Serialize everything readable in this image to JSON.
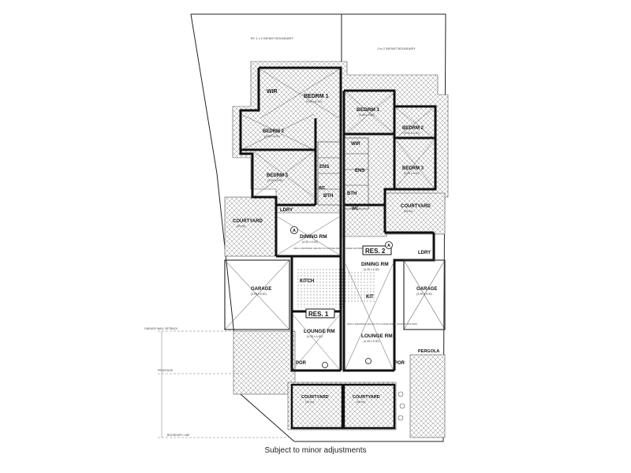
{
  "caption": "Subject to minor adjustments",
  "top_notes": {
    "left": "BY 1 x 2 INFANT BOUNDARY",
    "right": "1 to 2 INFANT BOUNDARY"
  },
  "side_notes": {
    "garage_setback": "GARAGE WALL SETBACK",
    "front_setback": "FRONTAGE",
    "boundary_line": "BOUNDARY LINE"
  },
  "residences": {
    "res1": "RES. 1",
    "res2": "RES. 2"
  },
  "rooms_left": {
    "wir": "WIR",
    "bed1": "BEDRM 1",
    "bed1_dim": "(4.03 x 4.00)",
    "bed2": "BEDRM 2",
    "bed2_dim": "(3.43 x 3.00)",
    "bed3": "BEDRM 3",
    "bed3_dim": "(3.29 x 3.05)",
    "ens": "ENS",
    "bth": "BTH",
    "wc": "WC",
    "ldry": "LDRY",
    "courtyard": "COURTYARD",
    "courtyard_dim": "(30 m²)",
    "dining": "DINING RM",
    "dining_dim": "(4.25 x 4.00)",
    "kitch": "KITCH",
    "garage": "GARAGE",
    "garage_dim": "(3.00 x 6.00)",
    "lounge": "LOUNGE RM",
    "lounge_dim": "(4.25 x 4.00)",
    "por": "POR",
    "front_courtyard": "COURTYARD",
    "front_courtyard_dim": "(36 m²)"
  },
  "rooms_right": {
    "bed1": "BEDRM 1",
    "bed1_dim": "(3.50 x 3.50)",
    "bed2": "BEDRM 2",
    "bed2_dim": "(3.40 x 3.10)",
    "bed3": "BEDRM 3",
    "bed3_dim": "(3.30 x 3.00)",
    "wir": "WIR",
    "ens": "ENS",
    "bth": "BTH",
    "wc": "WC",
    "ldry": "LDRY",
    "courtyard": "COURTYARD",
    "courtyard_dim": "(25 m²)",
    "dining": "DINING RM",
    "dining_dim": "(4.25 x 4.00)",
    "kit": "KIT",
    "garage": "GARAGE",
    "garage_dim": "(3.00 x 6.00)",
    "lounge": "LOUNGE RM",
    "lounge_dim": "(4.25 x 4.00)",
    "por": "POR",
    "pergola": "PERGOLA",
    "front_courtyard": "COURTYARD",
    "front_courtyard_dim": "(40 m²)"
  },
  "ceiling_note": "300mm DROPPED CEILING TO LOUNGE AREA, HOODED RAFTERS",
  "marker": "A"
}
